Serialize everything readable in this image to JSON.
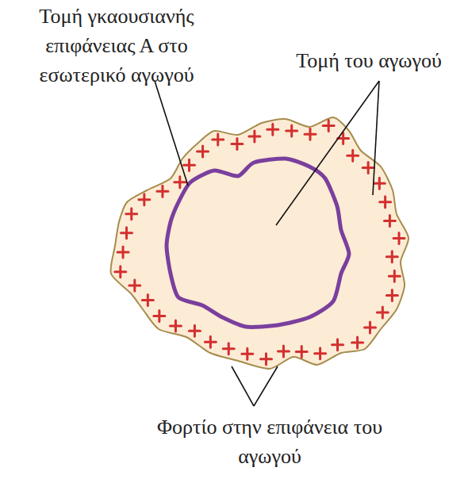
{
  "diagram": {
    "labels": [
      "Τομή γκαουσιανής επιφάνειας Α στο εσωτερικό αγωγού",
      "Τομή του αγωγού",
      "Φορτίο στην επιφάνεια του αγωγού"
    ]
  }
}
